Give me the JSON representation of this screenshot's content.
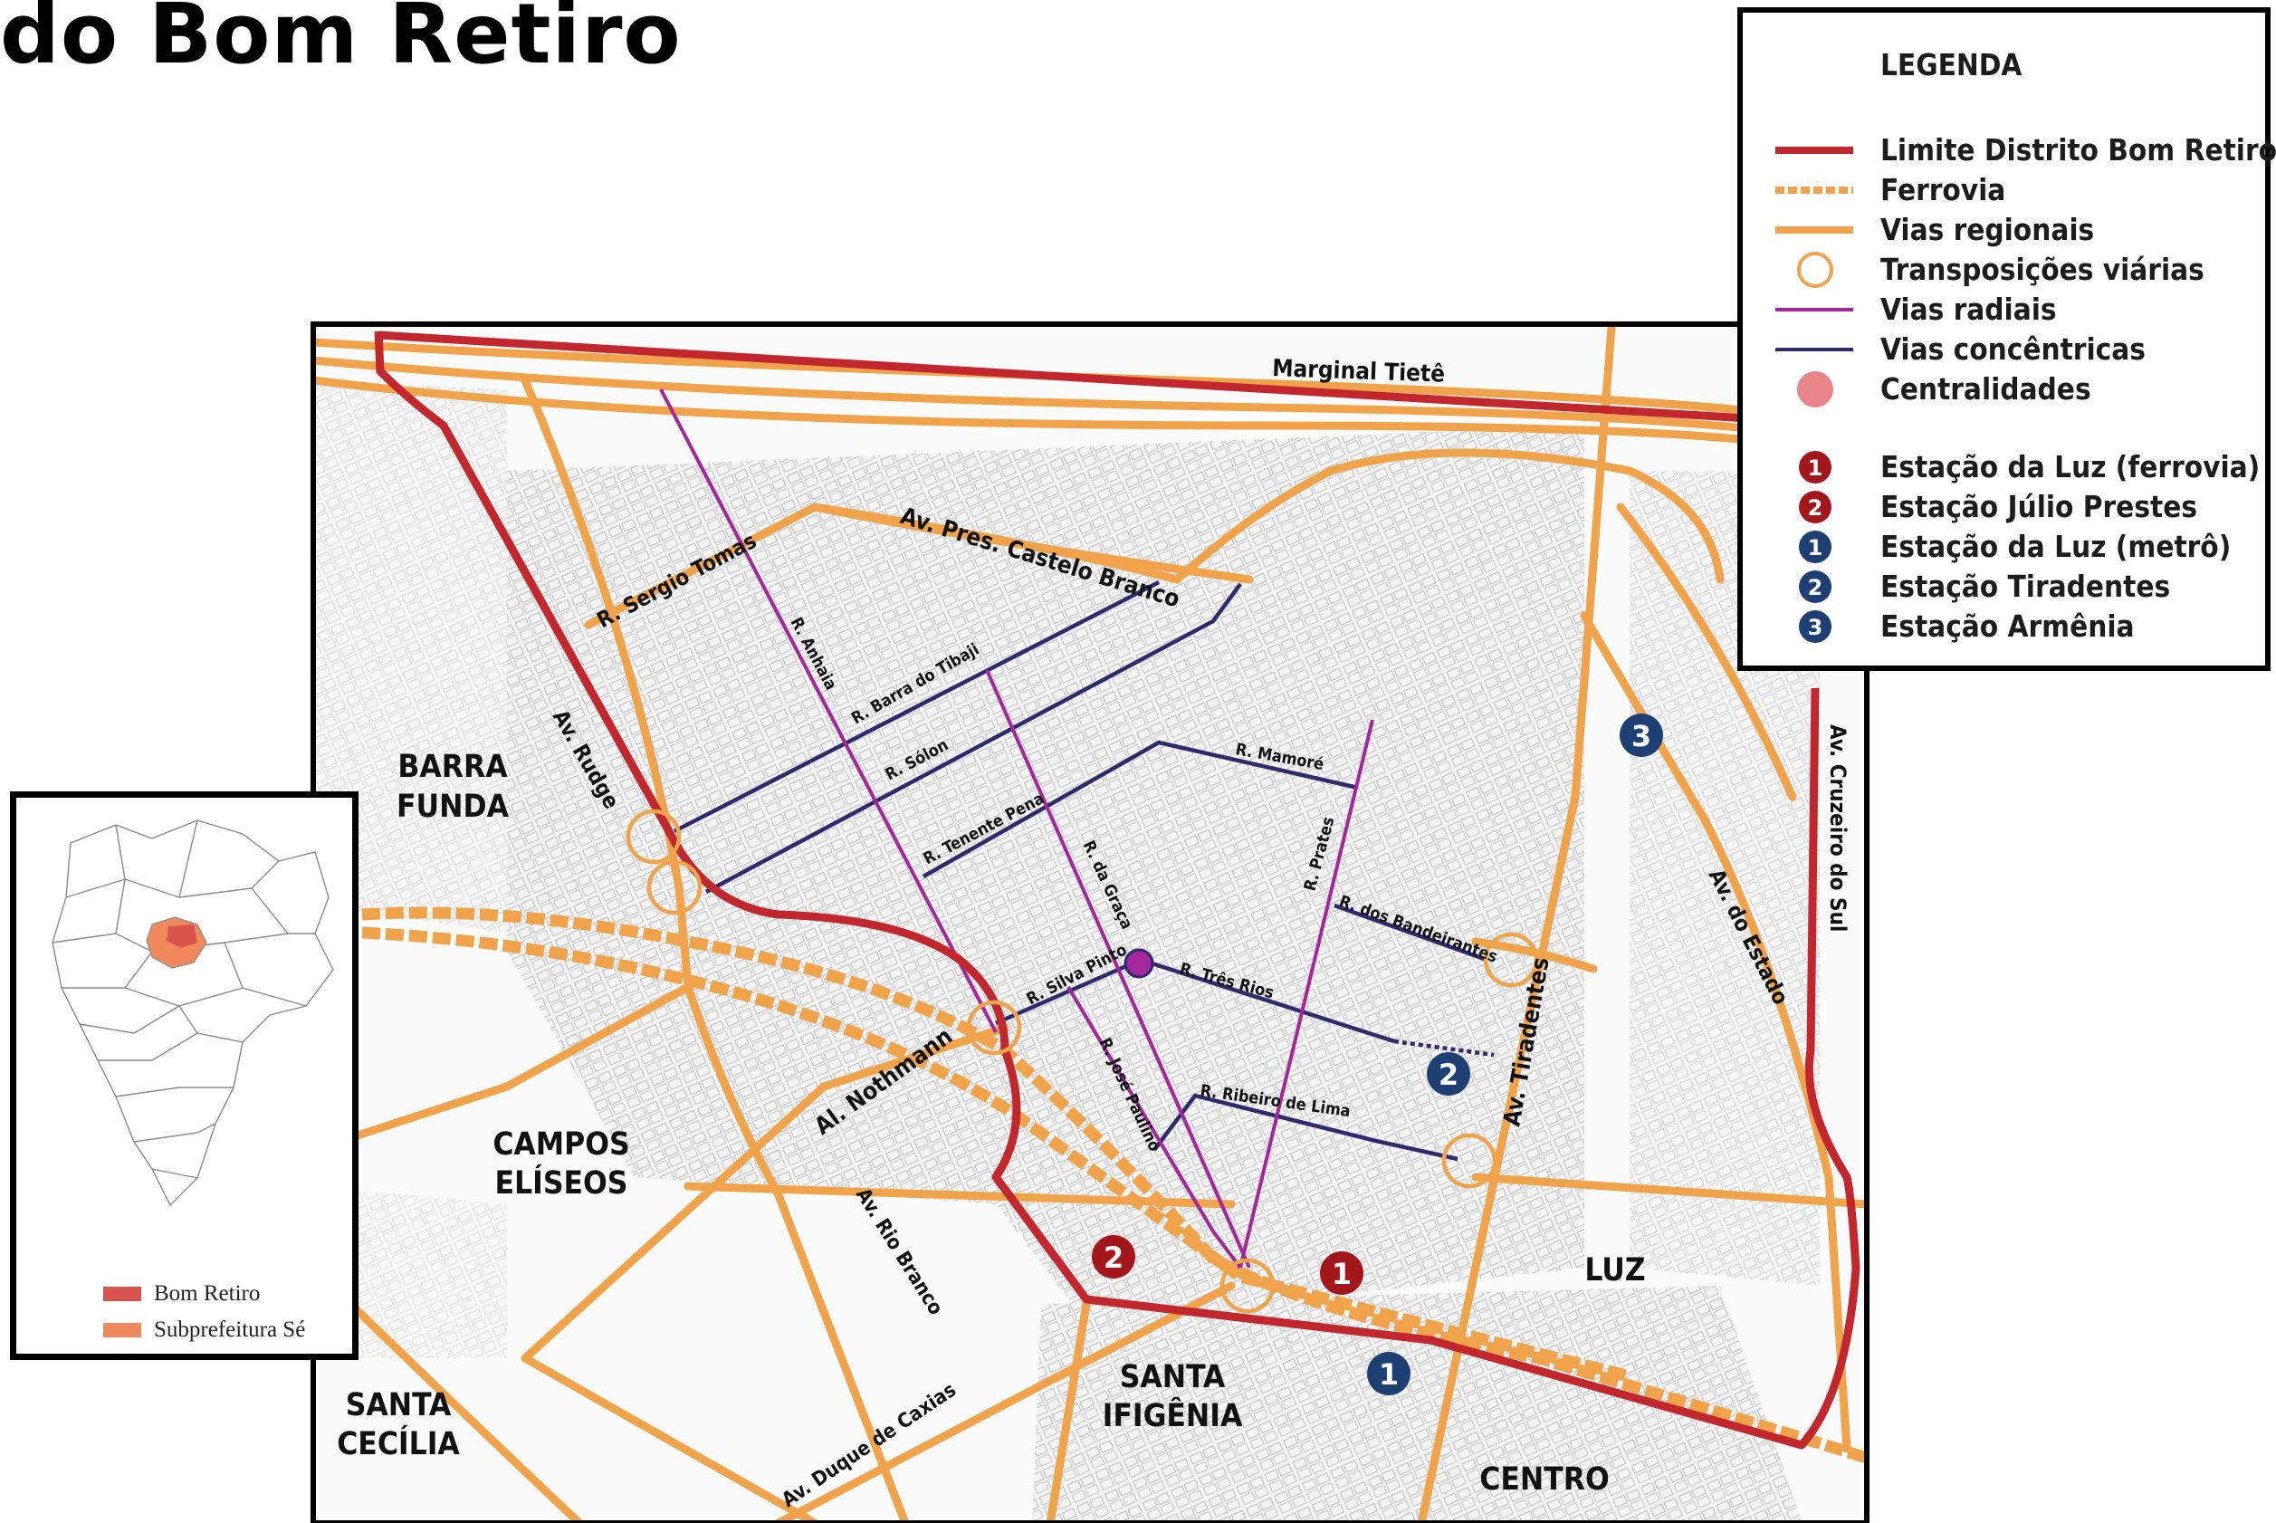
{
  "title": "do Bom Retiro",
  "legend": {
    "title": "LEGENDA",
    "items": [
      {
        "label": "Limite Distrito Bom Retiro",
        "symbol": "line-red"
      },
      {
        "label": "Ferrovia",
        "symbol": "dashed-orange"
      },
      {
        "label": "Vias regionais",
        "symbol": "line-orange"
      },
      {
        "label": "Transposições viárias",
        "symbol": "circle-orange"
      },
      {
        "label": "Vias radiais",
        "symbol": "line-purple"
      },
      {
        "label": "Vias concêntricas",
        "symbol": "line-navy"
      },
      {
        "label": "Centralidades",
        "symbol": "dot-pink"
      },
      {
        "label": "Estação da Luz (ferrovia)",
        "symbol": "marker-red",
        "number": "1"
      },
      {
        "label": "Estação Júlio Prestes",
        "symbol": "marker-red",
        "number": "2"
      },
      {
        "label": "Estação da Luz (metrô)",
        "symbol": "marker-blue",
        "number": "1"
      },
      {
        "label": "Estação Tiradentes",
        "symbol": "marker-blue",
        "number": "2"
      },
      {
        "label": "Estação Armênia",
        "symbol": "marker-blue",
        "number": "3"
      }
    ]
  },
  "colors": {
    "limite": "#c1272d",
    "ferrovia": "#f0a34a",
    "regional": "#f0a34a",
    "radial": "#a3279b",
    "concentric": "#2d2a6e",
    "centralidade": "#e8868a",
    "station_red": "#a3161c",
    "station_blue": "#1d3f73"
  },
  "districts": {
    "barra_funda": [
      "BARRA",
      "FUNDA"
    ],
    "campos_eliseos": [
      "CAMPOS",
      "ELÍSEOS"
    ],
    "santa_cecilia": [
      "SANTA",
      "CECÍLIA"
    ],
    "santa_ifigenia": [
      "SANTA",
      "IFIGÊNIA"
    ],
    "luz": "LUZ",
    "centro": "CENTRO"
  },
  "streets": {
    "marginal_tiete": "Marginal Tietê",
    "castelo_branco": "Av. Pres. Castelo Branco",
    "sergio_tomas": "R. Sergio Tomas",
    "anhaia": "R. Anhaia",
    "barra_tibaji": "R. Barra do Tibaji",
    "solon": "R. Sólon",
    "tenente_pena": "R. Tenente Pena",
    "mamore": "R. Mamoré",
    "prates": "R. Prates",
    "da_graca": "R. da Graça",
    "bandeirantes": "R. dos Bandeirantes",
    "silva_pinto": "R. Silva Pinto",
    "tres_rios": "R. Três Rios",
    "jose_paulino": "R. José Paulino",
    "ribeiro_lima": "R. Ribeiro de Lima",
    "rudge": "Av. Rudge",
    "nothmann": "Al. Nothmann",
    "rio_branco": "Av. Rio Branco",
    "duque_caxias": "Av. Duque de Caxias",
    "tiradentes": "Av. Tiradentes",
    "do_estado": "Av. do Estado",
    "cruzeiro_sul": "Av. Cruzeiro do Sul"
  },
  "stations": [
    {
      "number": "1",
      "type": "red"
    },
    {
      "number": "2",
      "type": "red"
    },
    {
      "number": "1",
      "type": "blue"
    },
    {
      "number": "2",
      "type": "blue"
    },
    {
      "number": "3",
      "type": "blue"
    }
  ],
  "inset": {
    "legend": [
      {
        "label": "Bom Retiro",
        "color": "#d9534f"
      },
      {
        "label": "Subprefeitura Sé",
        "color": "#f08a5d"
      }
    ]
  }
}
